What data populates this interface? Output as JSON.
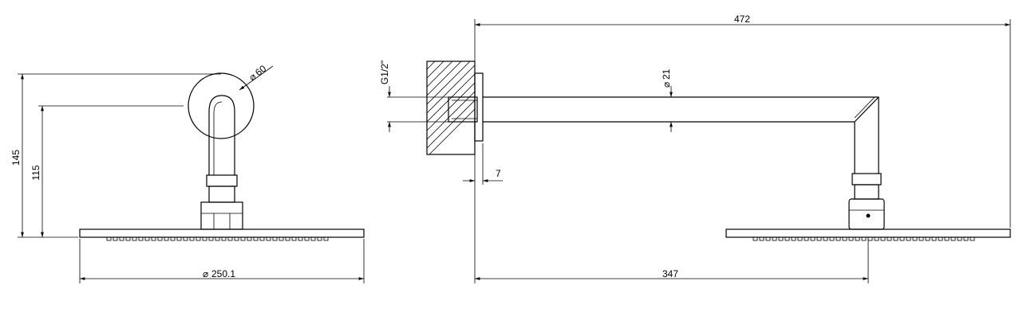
{
  "dimensions": {
    "overall_height": "145",
    "arm_height": "115",
    "flange_diameter": "60",
    "head_diameter": "250.1",
    "overall_length": "472",
    "thread_size": "G1/2\"",
    "arm_diameter": "21",
    "flange_thickness": "7",
    "reach_to_center": "347"
  },
  "symbols": {
    "diameter": "⌀"
  }
}
